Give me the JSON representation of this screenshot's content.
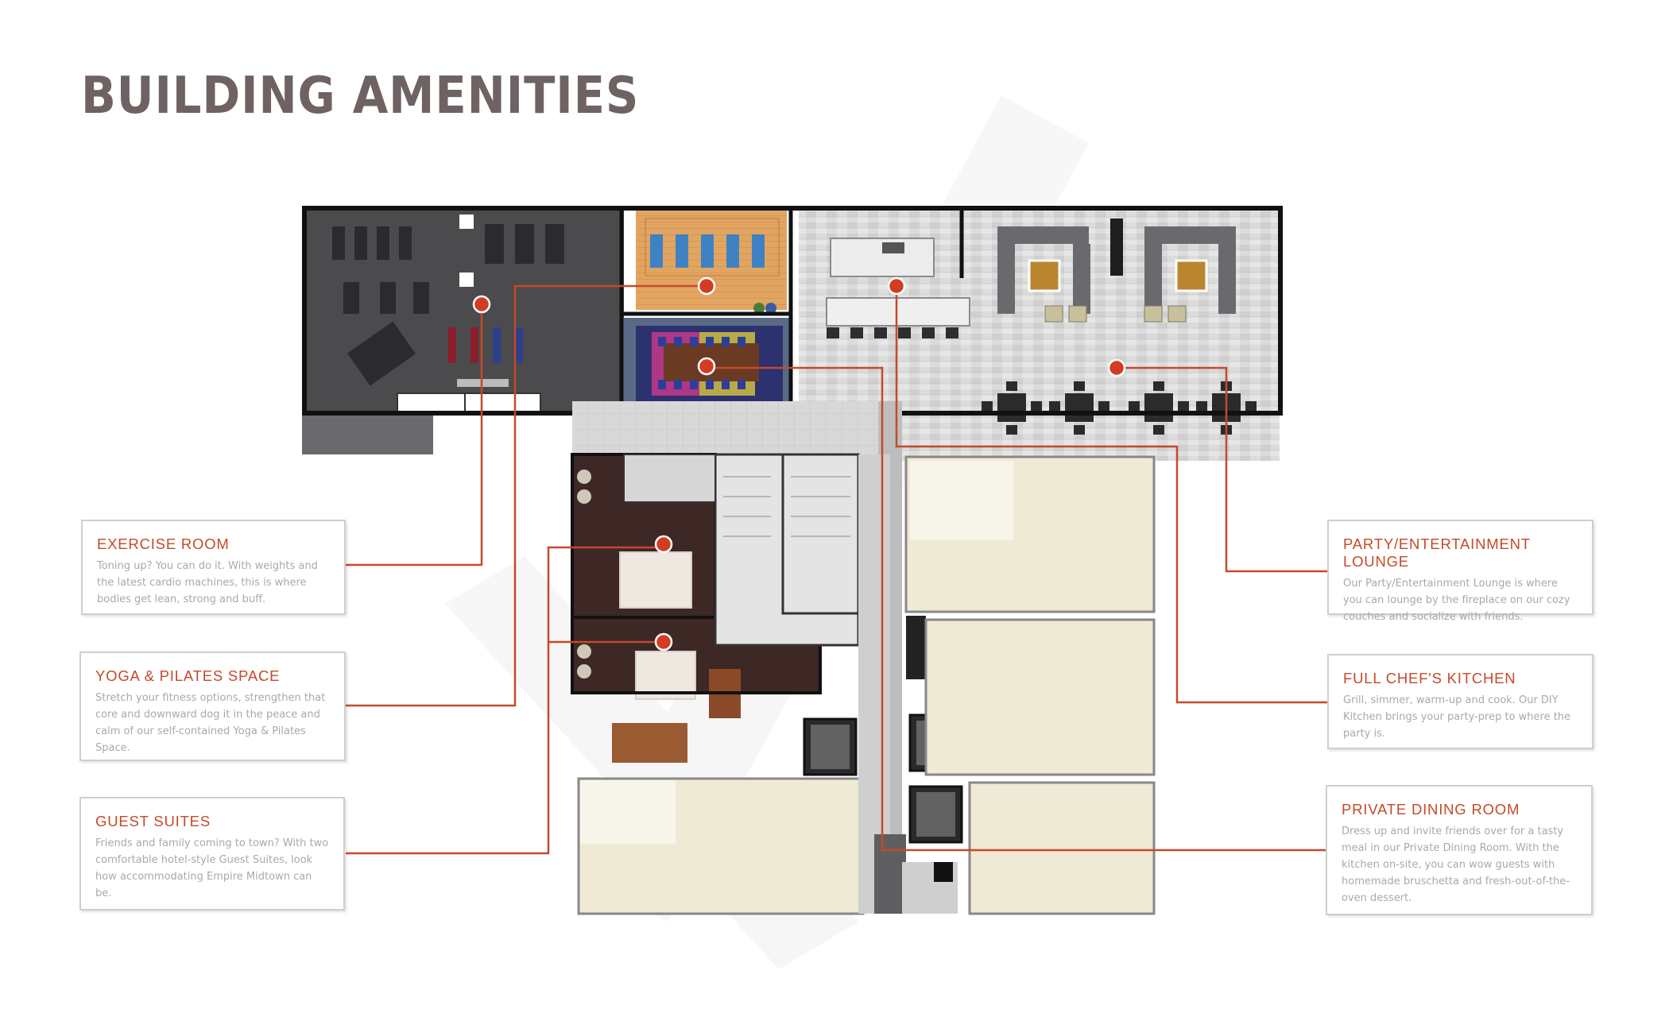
{
  "page": {
    "title": "BUILDING AMENITIES",
    "accent_color": "#c44a2a",
    "title_color": "#6e6262"
  },
  "amenities": {
    "exercise": {
      "title": "EXERCISE ROOM",
      "description": "Toning up? You can do it. With weights and the latest cardio machines, this is where bodies get lean, strong and buff."
    },
    "yoga": {
      "title": "YOGA & PILATES SPACE",
      "description": "Stretch your fitness options, strengthen that core and downward dog it in the peace and calm of our self-contained Yoga & Pilates Space."
    },
    "guest": {
      "title": "GUEST SUITES",
      "description": "Friends and family coming to town? With two comfortable hotel-style Guest Suites, look how accommodating Empire Midtown can be."
    },
    "lounge": {
      "title": "PARTY/ENTERTAINMENT LOUNGE",
      "description": "Our Party/Entertainment Lounge is where you can lounge by the fireplace on our cozy couches and socialize with friends."
    },
    "kitchen": {
      "title": "FULL CHEF'S KITCHEN",
      "description": "Grill, simmer, warm-up and cook. Our DIY Kitchen brings your party-prep to where the party is."
    },
    "dining": {
      "title": "PRIVATE DINING ROOM",
      "description": "Dress up and invite friends over for a tasty meal in our Private Dining Room. With the kitchen on-site, you can wow guests with homemade bruschetta and fresh-out-of-the-oven dessert."
    }
  }
}
